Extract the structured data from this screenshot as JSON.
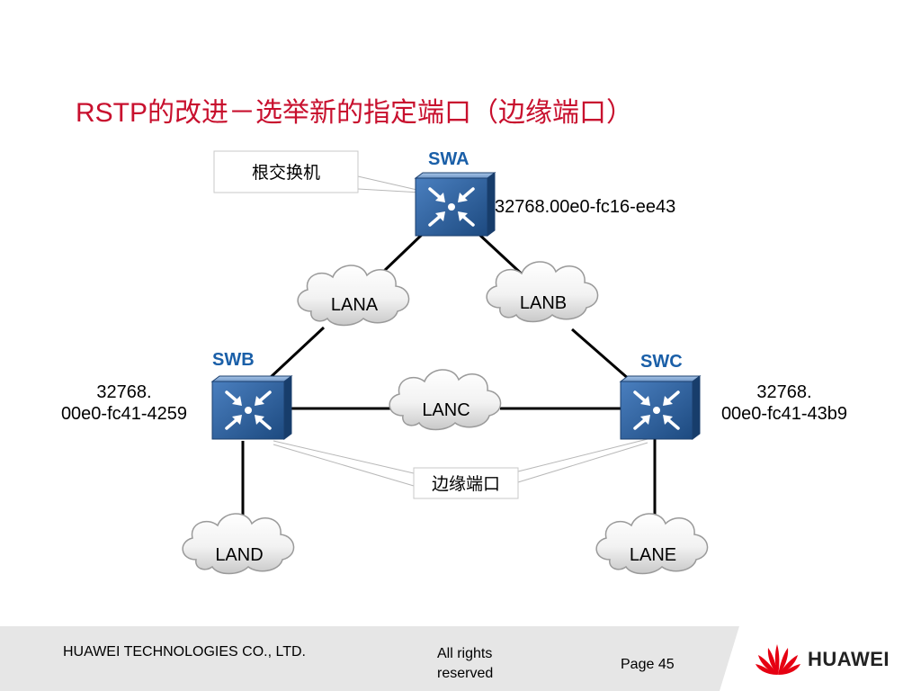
{
  "title": "RSTP的改进－选举新的指定端口（边缘端口）",
  "diagram": {
    "callout_root": "根交换机",
    "callout_edge": "边缘端口",
    "switches": {
      "swa": {
        "name": "SWA",
        "id": "32768.00e0-fc16-ee43"
      },
      "swb": {
        "name": "SWB",
        "id_line1": "32768.",
        "id_line2": "00e0-fc41-4259"
      },
      "swc": {
        "name": "SWC",
        "id_line1": "32768.",
        "id_line2": "00e0-fc41-43b9"
      }
    },
    "lans": {
      "lana": "LANA",
      "lanb": "LANB",
      "lanc": "LANC",
      "land": "LAND",
      "lane": "LANE"
    }
  },
  "footer": {
    "company": "HUAWEI TECHNOLOGIES CO., LTD.",
    "rights": "All rights reserved",
    "page": "Page 45",
    "logo": "HUAWEI"
  },
  "colors": {
    "title": "#c8102e",
    "switch_label": "#1a5fa8",
    "switch_body": "#2a5b94",
    "footer_bg": "#e6e6e6",
    "logo_red": "#e60012"
  }
}
